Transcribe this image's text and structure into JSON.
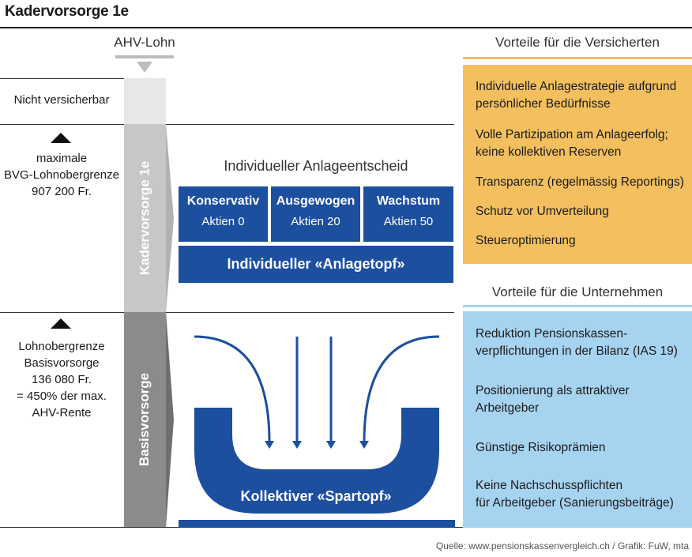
{
  "title": "Kadervorsorge 1e",
  "ahv_lohn": "AHV-Lohn",
  "left": {
    "nicht_versicherbar": "Nicht versicherbar",
    "maximal_lines": [
      "maximale",
      "BVG-Lohnobergrenze",
      "907 200 Fr."
    ],
    "lohn_lines": [
      "Lohnobergrenze",
      "Basisvorsorge",
      "136 080 Fr.",
      "= 450% der max.",
      "AHV-Rente"
    ]
  },
  "bar": {
    "kader_label": "Kadervorsorge 1e",
    "basis_label": "Basisvorsorge"
  },
  "center": {
    "anlageentscheid": "Individueller Anlageentscheid",
    "strategies": [
      {
        "name": "Konservativ",
        "sub": "Aktien 0"
      },
      {
        "name": "Ausgewogen",
        "sub": "Aktien 20"
      },
      {
        "name": "Wachstum",
        "sub": "Aktien 50"
      }
    ],
    "anlagetopf": "Individueller «Anlagetopf»",
    "spartopf": "Kollektiver «Spartopf»"
  },
  "versicherte": {
    "title": "Vorteile für  die Versicherten",
    "items": [
      [
        "Individuelle Anlagestrategie aufgrund",
        "persönlicher Bedürfnisse"
      ],
      [
        "Volle Partizipation am Anlageerfolg;",
        "keine kollektiven Reserven"
      ],
      [
        "Transparenz (regelmässig Reportings)"
      ],
      [
        "Schutz vor Umverteilung"
      ],
      [
        "Steueroptimierung"
      ]
    ],
    "color": "#f3bf5f"
  },
  "unternehmen": {
    "title": "Vorteile für die Unternehmen",
    "items": [
      [
        "Reduktion Pensionskassen-",
        "verpflichtungen in der Bilanz (IAS 19)"
      ],
      [
        "Positionierung als attraktiver",
        "Arbeitgeber"
      ],
      [
        "Günstige Risikoprämien"
      ],
      [
        "Keine Nachschusspflichten",
        "für Arbeitgeber (Sanierungsbeiträge)"
      ]
    ],
    "color": "#a6d3f0"
  },
  "source": "Quelle: www.pensionskassenvergleich.ch / Grafik: FuW, mta",
  "colors": {
    "blue": "#1c4f9e",
    "gray_light": "#c6c7c9",
    "gray_dark": "#8a8b8d"
  }
}
